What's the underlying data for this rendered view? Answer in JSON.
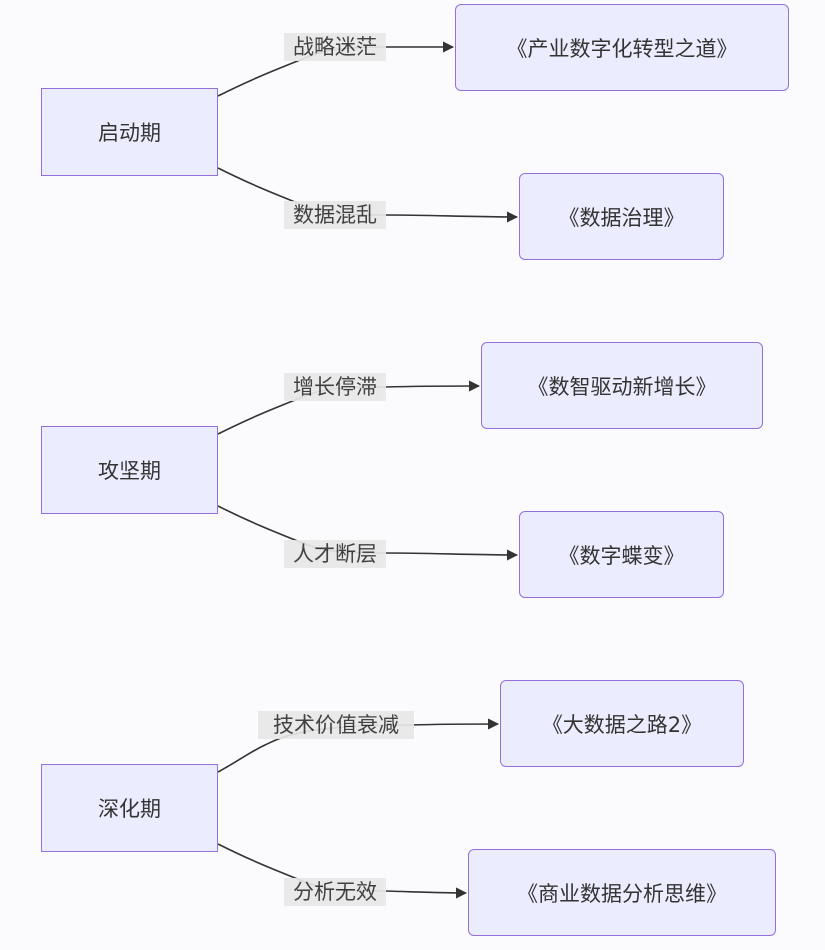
{
  "stages": [
    {
      "label": "启动期",
      "branches": [
        {
          "problem": "战略迷茫",
          "book": "《产业数字化转型之道》"
        },
        {
          "problem": "数据混乱",
          "book": "《数据治理》"
        }
      ]
    },
    {
      "label": "攻坚期",
      "branches": [
        {
          "problem": "增长停滞",
          "book": "《数智驱动新增长》"
        },
        {
          "problem": "人才断层",
          "book": "《数字蝶变》"
        }
      ]
    },
    {
      "label": "深化期",
      "branches": [
        {
          "problem": "技术价值衰减",
          "book": "《大数据之路2》"
        },
        {
          "problem": "分析无效",
          "book": "《商业数据分析思维》"
        }
      ]
    }
  ],
  "colors": {
    "node_fill": "#ececff",
    "node_border": "#9370db",
    "edge": "#333333",
    "label_bg": "#e8e8e8"
  }
}
